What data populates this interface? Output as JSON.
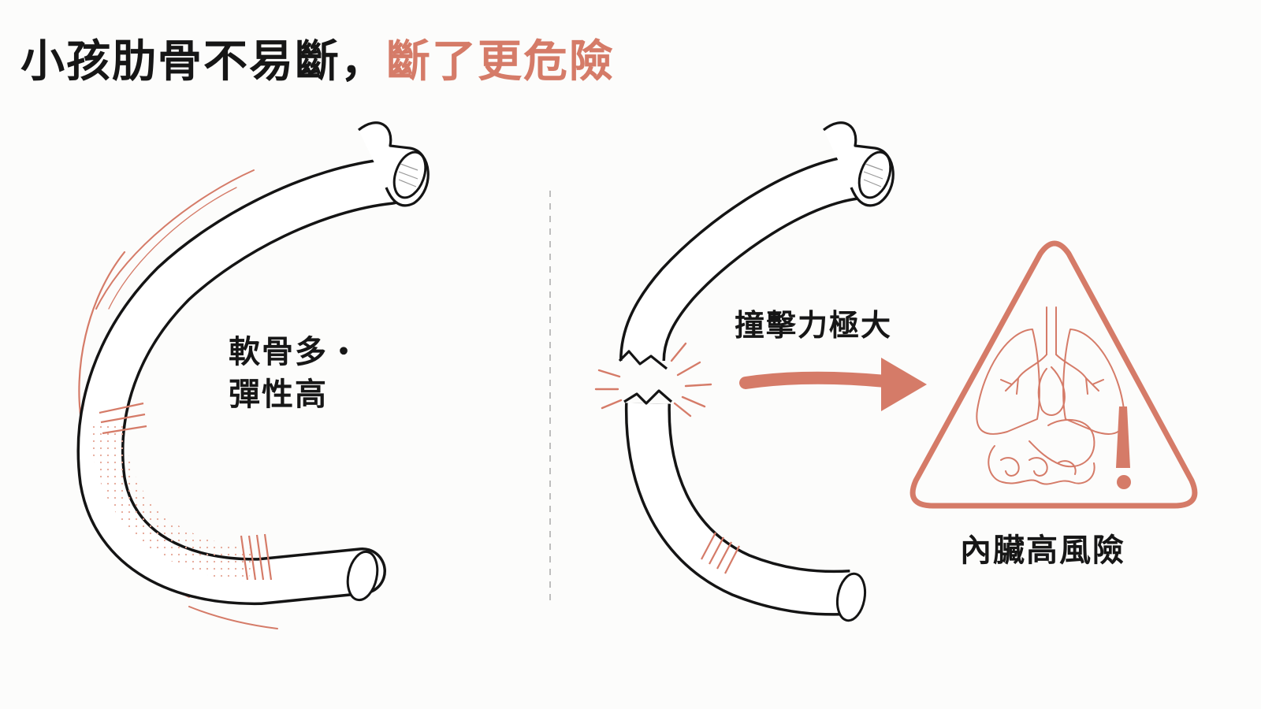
{
  "title": {
    "part1": "小孩肋骨不易斷，",
    "part2": "斷了更危險"
  },
  "labels": {
    "soft_line1": "軟骨多・",
    "soft_line2": "彈性高",
    "impact": "撞擊力極大",
    "risk": "內臟高風險"
  },
  "colors": {
    "accent": "#d57b68",
    "ink": "#161616",
    "divider": "#bdbdbd"
  },
  "icons": {
    "warning": "warning-triangle-icon",
    "organs": "internal-organs-icon",
    "arrow": "arrow-right-icon"
  }
}
